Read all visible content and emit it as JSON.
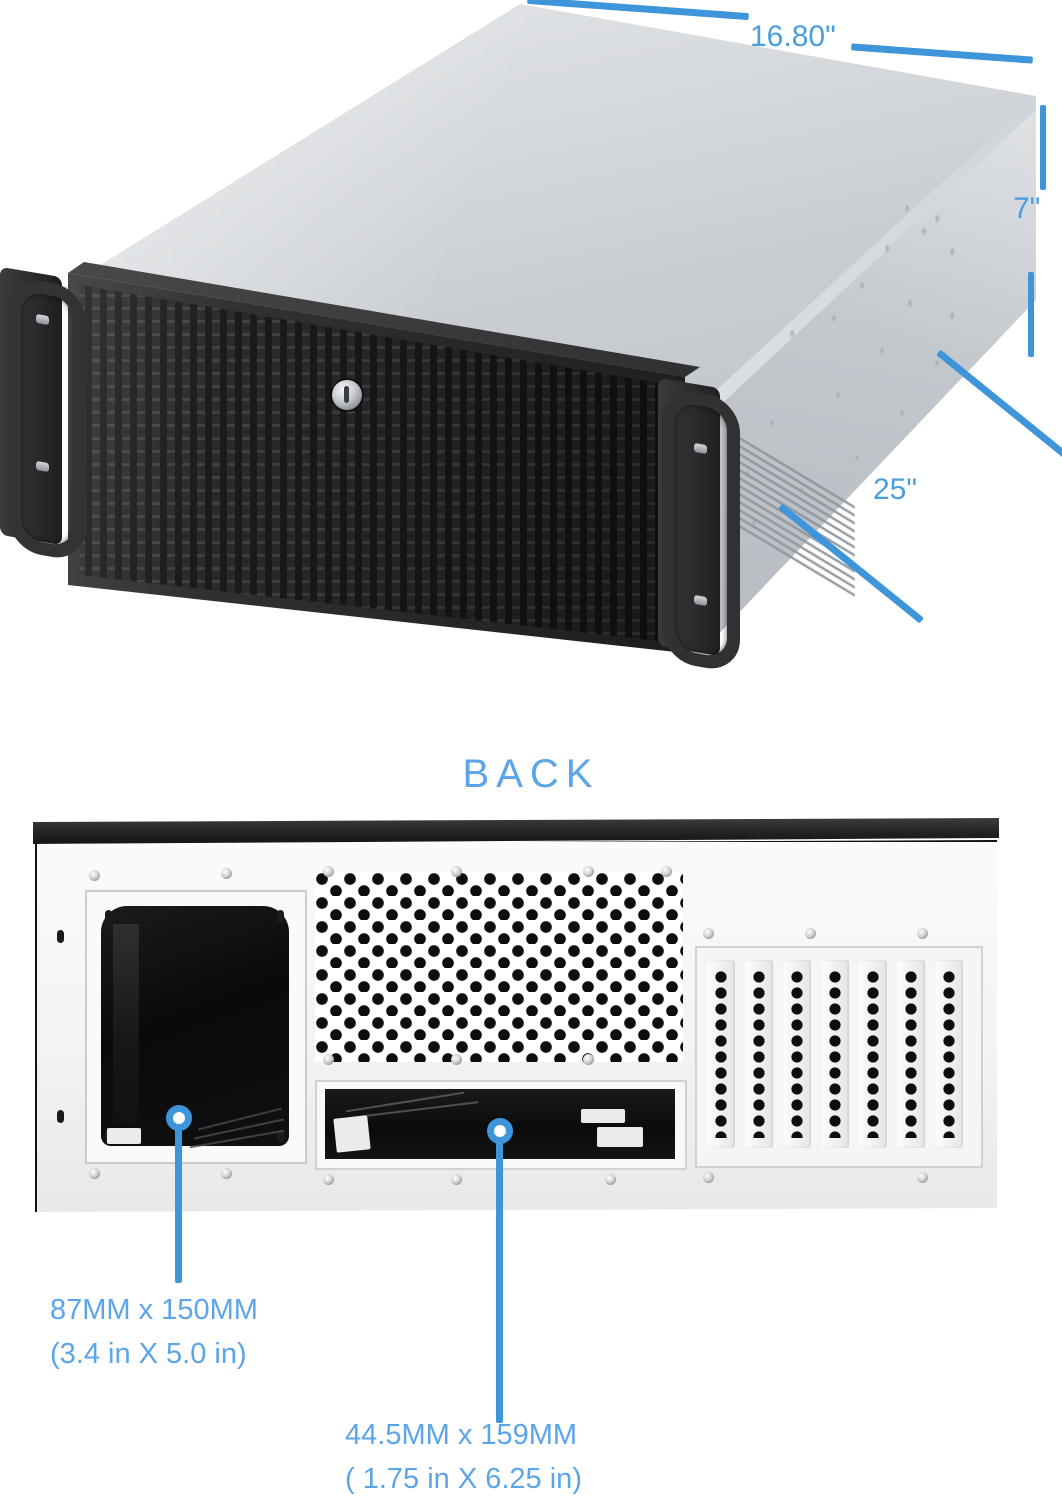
{
  "product": {
    "type": "4U rackmount server chassis",
    "views": [
      "three-quarter front view",
      "back panel view"
    ]
  },
  "hero": {
    "dimensions": {
      "width": "16.80\"",
      "height": "7\"",
      "depth": "25\""
    },
    "parts": {
      "front_bezel": "perforated front bezel",
      "keylock": "bezel keylock",
      "handle_left": "left rack handle",
      "handle_right": "right rack handle",
      "side_vent": "side panel vent louvers"
    }
  },
  "back": {
    "title": "BACK",
    "parts": {
      "psu_bay": "power supply bay cutout",
      "fan_vent": "hexagonal mesh fan vent",
      "io_opening": "motherboard I/O opening",
      "pci_bank": "PCI expansion slot bank"
    },
    "pci_slot_count": 7,
    "callouts": [
      {
        "id": "psu",
        "metric": "87MM  x  150MM",
        "imperial": "(3.4 in  X  5.0 in)"
      },
      {
        "id": "io",
        "metric": "44.5MM  x  159MM",
        "imperial": "( 1.75 in  X  6.25 in)"
      }
    ]
  },
  "colors": {
    "annotation_blue": "#4a9ee0",
    "annotation_blue_light": "#5ba5e8",
    "line_blue": "#3f95da",
    "chassis_silver": "#d2d6da",
    "bezel_black": "#2b2b2d",
    "plate_white": "#f7f8f8"
  }
}
